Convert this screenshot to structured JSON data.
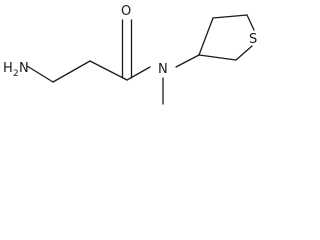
{
  "molecule": {
    "atoms": {
      "amine_h": "H",
      "amine_sub": "2",
      "amine_n": "N",
      "carbonyl_o": "O",
      "amide_n": "N",
      "ring_s": "S"
    }
  }
}
